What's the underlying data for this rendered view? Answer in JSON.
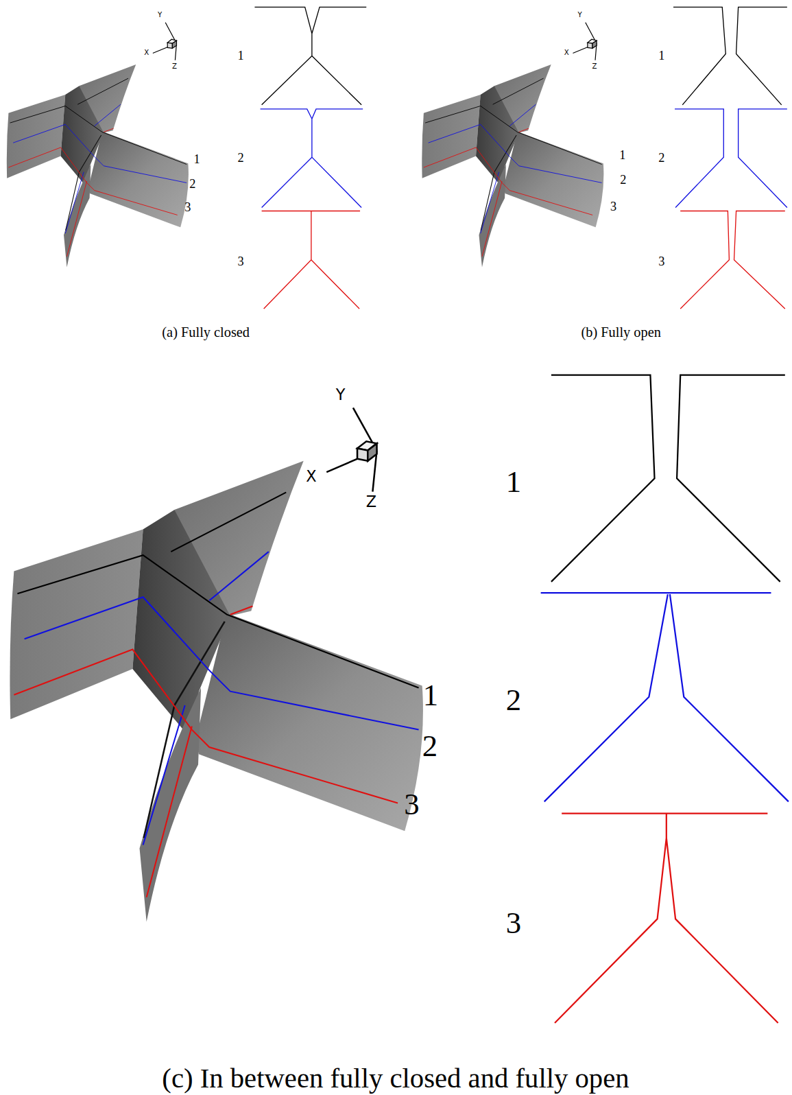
{
  "diagram": {
    "labels": [
      "Y",
      "X",
      "Z",
      "1",
      "2",
      "3",
      "1",
      "2",
      "3",
      "(a) Fully closed",
      "Y",
      "X",
      "Z",
      "1",
      "2",
      "3",
      "1",
      "2",
      "3",
      "(b) Fully open",
      "Y",
      "X",
      "Z",
      "1",
      "2",
      "3",
      "1",
      "2",
      "3",
      "(c) In between fully closed and fully open"
    ]
  }
}
